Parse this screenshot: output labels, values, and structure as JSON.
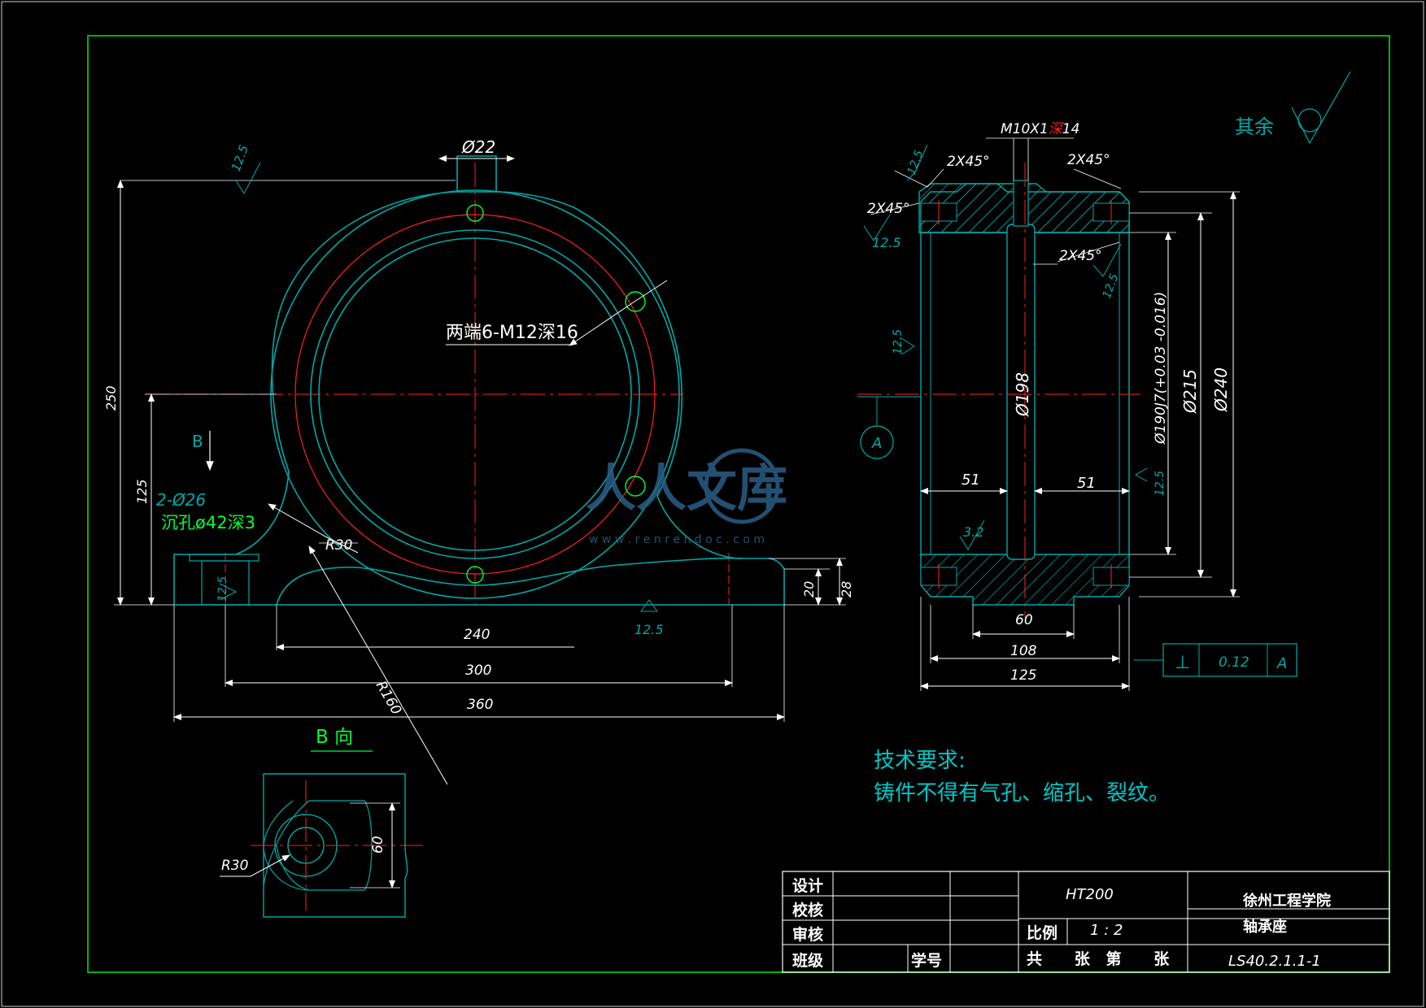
{
  "colors": {
    "background": "#000000",
    "frame": "#00b400",
    "outline": "#00a8a8",
    "dimension": "#ffffff",
    "centerline": "#ff2020",
    "hatch": "#00c0c0",
    "note_green": "#00ff30",
    "tech_text": "#00c8c8",
    "watermark": "#2a5f86"
  },
  "front_view": {
    "dim_top_diameter": "Ø22",
    "roughness_top": "12.5",
    "callout_holes": "两端6-M12深16",
    "dim_height_total": "250",
    "dim_height_center": "125",
    "view_arrow_label": "B",
    "hole_spec_1": "2-Ø26",
    "hole_spec_2": "沉孔ø42深3",
    "radius_small": "R30",
    "radius_large": "R160",
    "dim_base_20": "20",
    "dim_base_28": "28",
    "roughness_base": "12.5",
    "roughness_left": "12.5",
    "dim_240": "240",
    "dim_300": "300",
    "dim_360": "360"
  },
  "side_view": {
    "thread_spec_a": "M10X1",
    "thread_spec_red": "深",
    "thread_spec_b": "14",
    "chamfer_tl": "2X45°",
    "chamfer_tr": "2X45°",
    "chamfer_l": "2X45°",
    "chamfer_inner": "2X45°",
    "roughness_tl": "12.5",
    "roughness_l": "12.5",
    "roughness_inner": "12.5",
    "roughness_left_mid": "12.5",
    "roughness_right_mid": "12.5",
    "roughness_bottom": "3.2",
    "datum_label": "A",
    "dim_bore": "Ø198",
    "dim_fit": "Ø190J7(+0.03 -0.016)",
    "dim_215": "Ø215",
    "dim_240": "Ø240",
    "dim_51_left": "51",
    "dim_51_right": "51",
    "dim_60": "60",
    "dim_108": "108",
    "dim_125": "125",
    "tol_symbol": "⊥",
    "tol_value": "0.12",
    "tol_datum": "A"
  },
  "surface_note": {
    "label": "其余"
  },
  "b_view": {
    "title": "B  向",
    "radius": "R30",
    "dim_60": "60"
  },
  "tech_requirements": {
    "title": "技术要求:",
    "line1": "铸件不得有气孔、缩孔、裂纹。"
  },
  "watermark": {
    "text": "人人文库",
    "url": "w w w . r e n r e n d o c . c o m"
  },
  "title_block": {
    "design": "设计",
    "check": "校核",
    "review": "审核",
    "class": "班级",
    "student_no": "学号",
    "material": "HT200",
    "scale_label": "比例",
    "scale_value": "1 : 2",
    "sheets": "共      张   第      张",
    "school": "徐州工程学院",
    "part_name": "轴承座",
    "drawing_no": "LS40.2.1.1-1"
  }
}
